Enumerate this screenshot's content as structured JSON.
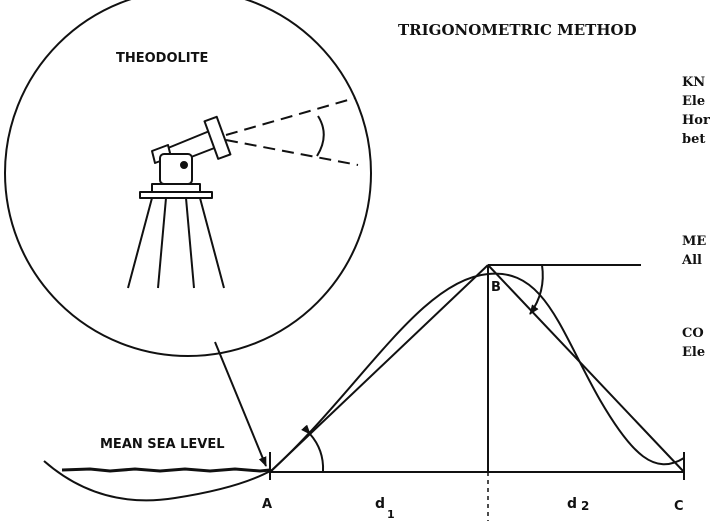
{
  "title": "TRIGONOMETRIC METHOD",
  "inset": {
    "label": "THEODOLITE"
  },
  "sea_level_label": "MEAN SEA LEVEL",
  "points": {
    "a": "A",
    "b": "B",
    "c": "C"
  },
  "distances": {
    "d1_main": "d",
    "d1_sub": "1",
    "d2_main": "d",
    "d2_sub": "2"
  },
  "side_notes": {
    "known": [
      "KN",
      "Ele",
      "Hor",
      "bet"
    ],
    "measured": [
      "ME",
      "All"
    ],
    "computed": [
      "CO",
      "Ele"
    ]
  }
}
